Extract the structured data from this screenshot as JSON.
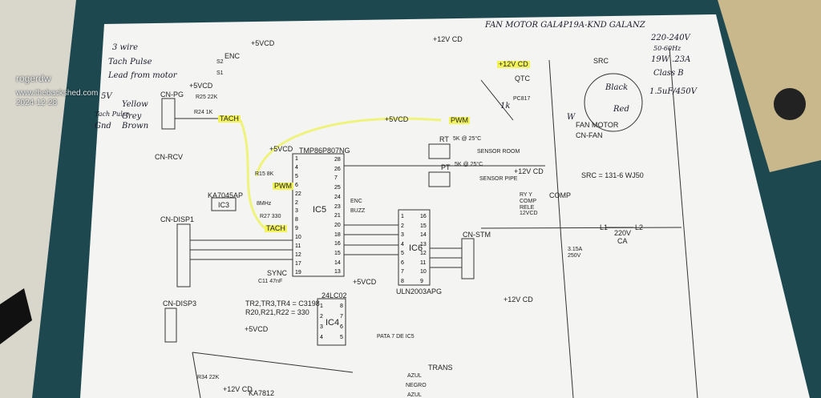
{
  "watermark": {
    "user": "rogerdw",
    "site": "www.thebackshed.com",
    "date": "2024-12-28"
  },
  "handwritten": {
    "title": "FAN MOTOR   GAL4P19A-KND      GALANZ",
    "note_lines": [
      "3 wire",
      "Tach Pulse",
      "Lead from motor"
    ],
    "wire_5v": "5V",
    "wire_yellow": "Yellow",
    "wire_tach": "Tach Pulse",
    "wire_grey": "Grey",
    "wire_gnd": "Gnd",
    "wire_brown": "Brown",
    "spec_voltage": "220-240V",
    "spec_freq": "50-60Hz",
    "spec_power": "19W .23A",
    "spec_class": "Class B",
    "spec_cap": "1.5uF/450V",
    "r_1k": "1k",
    "black": "Black",
    "red": "Red",
    "w": "W"
  },
  "schematic": {
    "ic5_name": "TMP86P807NG",
    "ic5": "IC5",
    "ic6": "IC6",
    "ic6_name": "ULN2003APG",
    "ic4": "IC4",
    "ic4_name": "24LC02",
    "ic3": "IC3",
    "ic3_name": "KA7045AP",
    "vcc5": "+5VCD",
    "vcc12": "+12V CD",
    "enc": "ENC",
    "s1": "S1",
    "s2": "S2",
    "cn_pg": "CN-PG",
    "cn_rcv": "CN-RCV",
    "cn_disp1": "CN-DISP1",
    "cn_disp3": "CN-DISP3",
    "cn_stm": "CN-STM",
    "cn_fan": "CN-FAN",
    "tach": "TACH",
    "pwm": "PWM",
    "sync": "SYNC",
    "enc_tag": "ENC",
    "buzz": "BUZZ",
    "rt": "RT",
    "pt": "PT",
    "sensor_room": "SENSOR ROOM",
    "sensor_pipe": "SENSOR PIPE",
    "sensor_val": "5K @ 25°C",
    "qtc": "QTC",
    "pc817": "PC817",
    "src": "SRC",
    "fan_motor": "FAN MOTOR",
    "src_note": "SRC = 131-6 WJ50",
    "comp": "COMP",
    "relay": [
      "RY Y",
      "COMP",
      "RELE",
      "12VCD"
    ],
    "l1": "L1",
    "l2": "L2",
    "mains": [
      "220V",
      "CA"
    ],
    "fuse": [
      "3.15A",
      "250V"
    ],
    "tr_note": "TR2,TR3,TR4 = C3198",
    "r_note": "R20,R21,R22 = 330",
    "pata": "PATA 7 DE IC5",
    "trans": "TRANS",
    "ka7812": "KA7812",
    "trans_wires": [
      "AZUL",
      "NEGRO",
      "AZUL"
    ],
    "r25": "R25 22K",
    "r24": "R24 1K",
    "r15": "R15 8K",
    "r27": "R27 330",
    "r34": "R34 22K",
    "c11": "C11 47nF",
    "osc": "8MHz",
    "ic5_left_pins": [
      "1",
      "4",
      "5",
      "6",
      "22",
      "2",
      "3",
      "8",
      "9",
      "10",
      "11",
      "12",
      "17",
      "19"
    ],
    "ic5_right_pins": [
      "28",
      "26",
      "7",
      "25",
      "24",
      "23",
      "21",
      "20",
      "18",
      "16",
      "15",
      "14",
      "13"
    ],
    "ic6_left_pins": [
      "1",
      "2",
      "3",
      "4",
      "5",
      "6",
      "7",
      "8"
    ],
    "ic6_right_pins": [
      "16",
      "15",
      "14",
      "13",
      "12",
      "11",
      "10",
      "9"
    ],
    "ic4_left_pins": [
      "1",
      "2",
      "3",
      "4"
    ],
    "ic4_right_pins": [
      "8",
      "7",
      "6",
      "5"
    ]
  },
  "colors": {
    "mat": "#1d4850",
    "paper": "#f4f5f3",
    "highlight": "#f2f25a",
    "ink": "#222222"
  }
}
